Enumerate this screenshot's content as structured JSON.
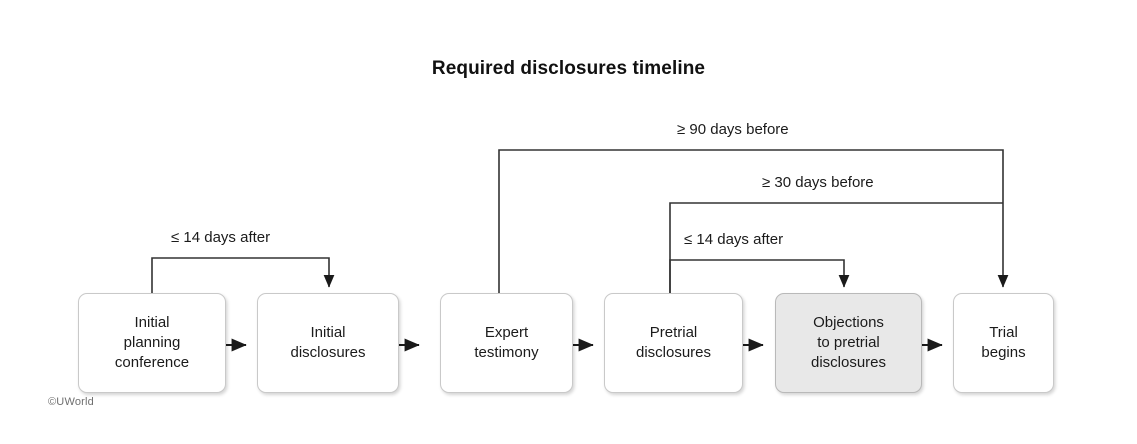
{
  "chart_data": {
    "type": "diagram",
    "title": "Required disclosures timeline",
    "nodes": [
      {
        "id": "initial-planning-conference",
        "label": "Initial\nplanning\nconference",
        "shaded": false
      },
      {
        "id": "initial-disclosures",
        "label": "Initial\ndisclosures",
        "shaded": false
      },
      {
        "id": "expert-testimony",
        "label": "Expert\ntestimony",
        "shaded": false
      },
      {
        "id": "pretrial-disclosures",
        "label": "Pretrial\ndisclosures",
        "shaded": false
      },
      {
        "id": "objections-to-pretrial-disclosures",
        "label": "Objections\nto pretrial\ndisclosures",
        "shaded": true
      },
      {
        "id": "trial-begins",
        "label": "Trial\nbegins",
        "shaded": false
      }
    ],
    "sequence_edges": [
      {
        "from": "initial-planning-conference",
        "to": "initial-disclosures"
      },
      {
        "from": "initial-disclosures",
        "to": "expert-testimony"
      },
      {
        "from": "expert-testimony",
        "to": "pretrial-disclosures"
      },
      {
        "from": "pretrial-disclosures",
        "to": "objections-to-pretrial-disclosures"
      },
      {
        "from": "objections-to-pretrial-disclosures",
        "to": "trial-begins"
      }
    ],
    "timing_edges": [
      {
        "id": "initial-disclosures-deadline",
        "label": "≤ 14 days after",
        "from": "initial-planning-conference",
        "to": "initial-disclosures"
      },
      {
        "id": "expert-testimony-deadline",
        "label": "≥ 90 days before",
        "from": "expert-testimony",
        "to": "trial-begins"
      },
      {
        "id": "pretrial-disclosures-deadline",
        "label": "≥ 30 days before",
        "from": "pretrial-disclosures",
        "to": "trial-begins"
      },
      {
        "id": "objections-deadline",
        "label": "≤ 14 days after",
        "from": "pretrial-disclosures",
        "to": "objections-to-pretrial-disclosures"
      }
    ],
    "colors": {
      "line": "#333333",
      "node_border": "#c9c9c9",
      "node_fill": "#ffffff",
      "node_fill_shaded": "#e8e8e8",
      "text": "#1b1b1b",
      "background": "#ffffff"
    }
  },
  "credit": "©UWorld"
}
